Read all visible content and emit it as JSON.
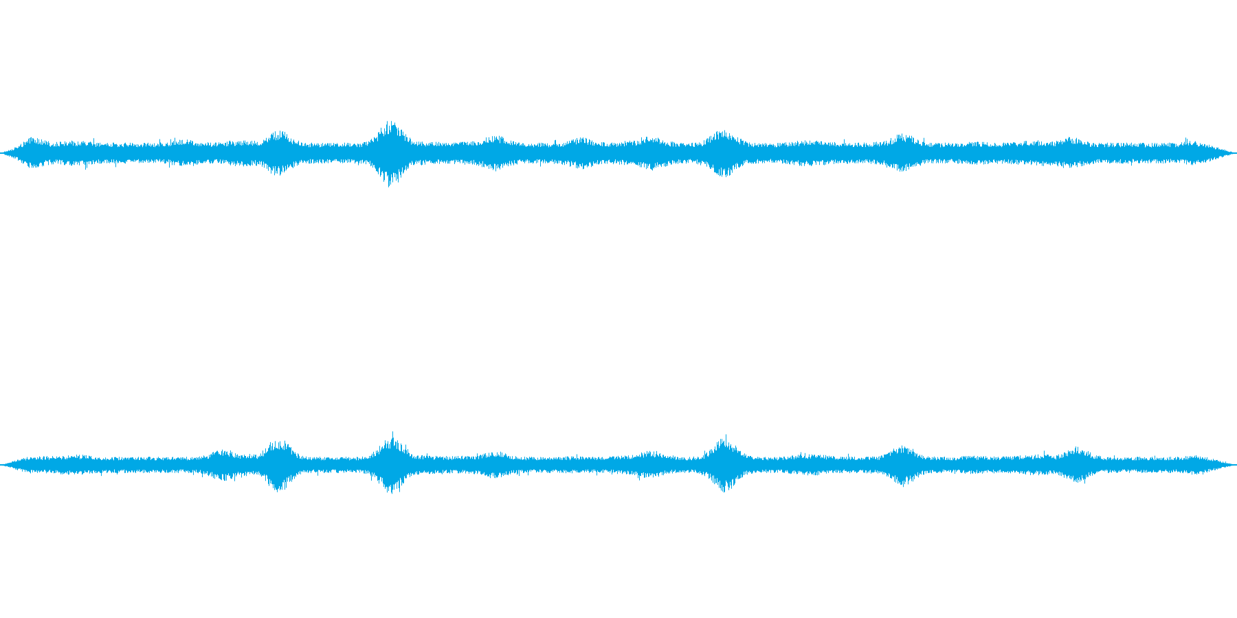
{
  "waveform": {
    "color": "#00a8e6",
    "background": "#ffffff",
    "channels": [
      {
        "name": "left",
        "envelope": {
          "base_level": 0.09,
          "edge_fade": true,
          "peaks": [
            {
              "pos": 0.025,
              "amp": 0.14
            },
            {
              "pos": 0.15,
              "amp": 0.12
            },
            {
              "pos": 0.225,
              "amp": 0.2
            },
            {
              "pos": 0.316,
              "amp": 0.3
            },
            {
              "pos": 0.4,
              "amp": 0.16
            },
            {
              "pos": 0.47,
              "amp": 0.14
            },
            {
              "pos": 0.527,
              "amp": 0.15
            },
            {
              "pos": 0.584,
              "amp": 0.22
            },
            {
              "pos": 0.73,
              "amp": 0.17
            },
            {
              "pos": 0.865,
              "amp": 0.14
            }
          ]
        }
      },
      {
        "name": "right",
        "envelope": {
          "base_level": 0.07,
          "edge_fade": true,
          "peaks": [
            {
              "pos": 0.18,
              "amp": 0.14
            },
            {
              "pos": 0.225,
              "amp": 0.24
            },
            {
              "pos": 0.316,
              "amp": 0.25
            },
            {
              "pos": 0.4,
              "amp": 0.12
            },
            {
              "pos": 0.525,
              "amp": 0.12
            },
            {
              "pos": 0.586,
              "amp": 0.24
            },
            {
              "pos": 0.73,
              "amp": 0.18
            },
            {
              "pos": 0.87,
              "amp": 0.16
            }
          ]
        }
      }
    ]
  }
}
